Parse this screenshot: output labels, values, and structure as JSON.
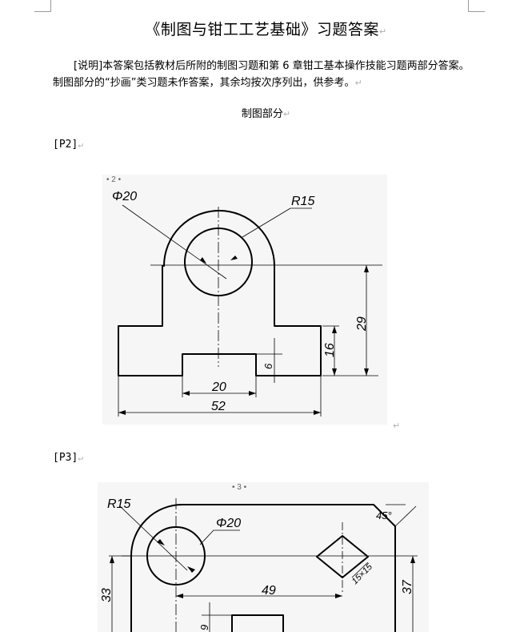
{
  "doc": {
    "title": "《制图与钳工工艺基础》习题答案",
    "para_mark": "↵",
    "intro": "[说明]本答案包括教材后所附的制图习题和第 6 章钳工基本操作技能习题两部分答案。制图部分的“抄画”类习题未作答案，其余均按次序列出，供参考。",
    "section": "制图部分",
    "labels": [
      "[P2]",
      "[P3]"
    ]
  },
  "fig_p2": {
    "page_no": "• 2 •",
    "phi": "Φ20",
    "radius": "R15",
    "dim_total_h": "29",
    "dim_side_h": "16",
    "dim_slot_h": "6",
    "dim_slot_w": "20",
    "dim_total_w": "52"
  },
  "fig_p3": {
    "page_no": "• 3 •",
    "radius": "R15",
    "phi": "Φ20",
    "angle": "45°",
    "dim_dist": "49",
    "dim_square": "15×15",
    "dim_left_h": "33",
    "dim_right_h": "37",
    "dim_small": "9"
  }
}
